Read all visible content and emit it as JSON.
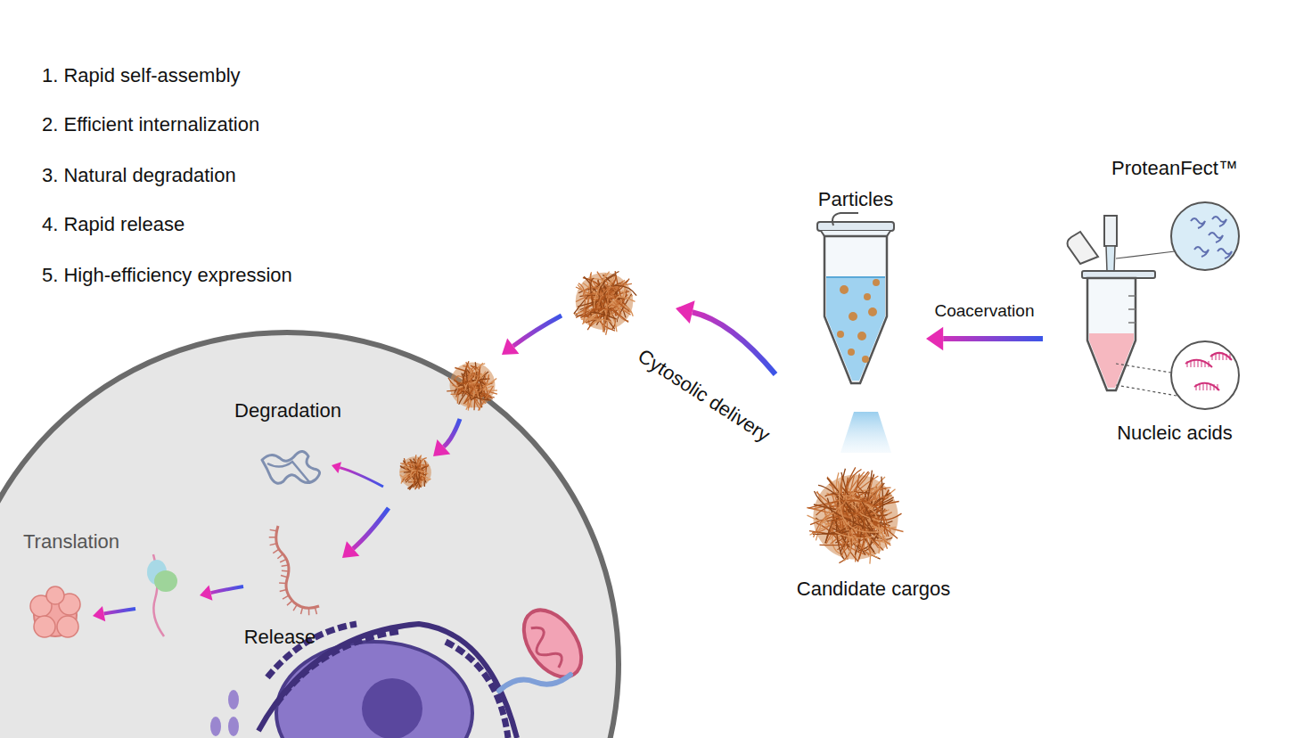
{
  "diagram": {
    "nodes": [
      {
        "text": [
          "Particles"
        ]
      },
      {
        "text": [
          "ProteanFect™",
          "Nucleic acids"
        ]
      }
    ],
    "edges": [
      {
        "from": 1,
        "to": 0,
        "arrow": "to",
        "label": "Coacervation"
      }
    ],
    "labels": [
      "1. Rapid self-assembly",
      "2. Efficient internalization",
      "3. Natural degradation",
      "4. Rapid release",
      "5. High-efficiency expression",
      "Cytosolic delivery",
      "Degradation",
      "Translation",
      "Release",
      "Candidate cargos"
    ]
  }
}
